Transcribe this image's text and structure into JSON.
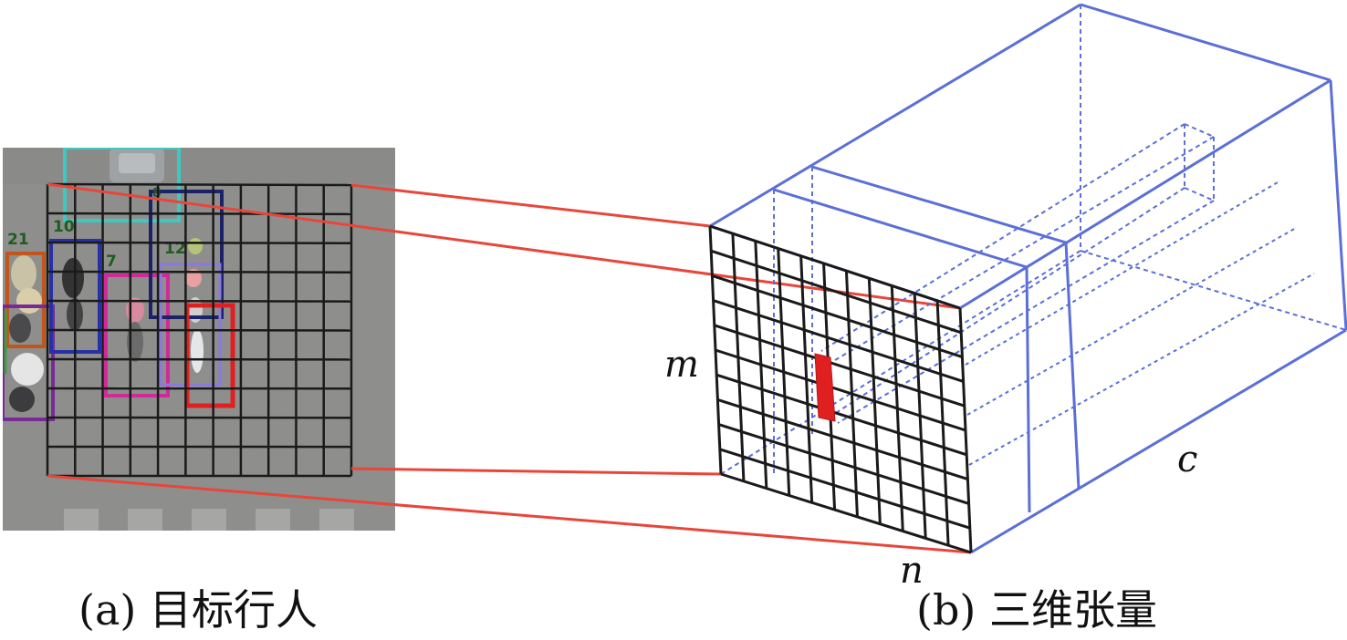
{
  "captions": {
    "a": "(a) 目标行人",
    "b": "(b) 三维张量"
  },
  "tensor_dims": {
    "m": "m",
    "n": "n",
    "c": "c"
  },
  "pedestrian_ids": [
    "21",
    "10",
    "7",
    "12",
    "8"
  ],
  "grid": {
    "rows": 10,
    "cols": 11
  },
  "colors": {
    "grid": "#1a1a1a",
    "tensor_edge": "#5b6fd6",
    "projection": "#e8463a",
    "target_cell": "#e02020",
    "photo_bg": "#8d8e8c"
  }
}
